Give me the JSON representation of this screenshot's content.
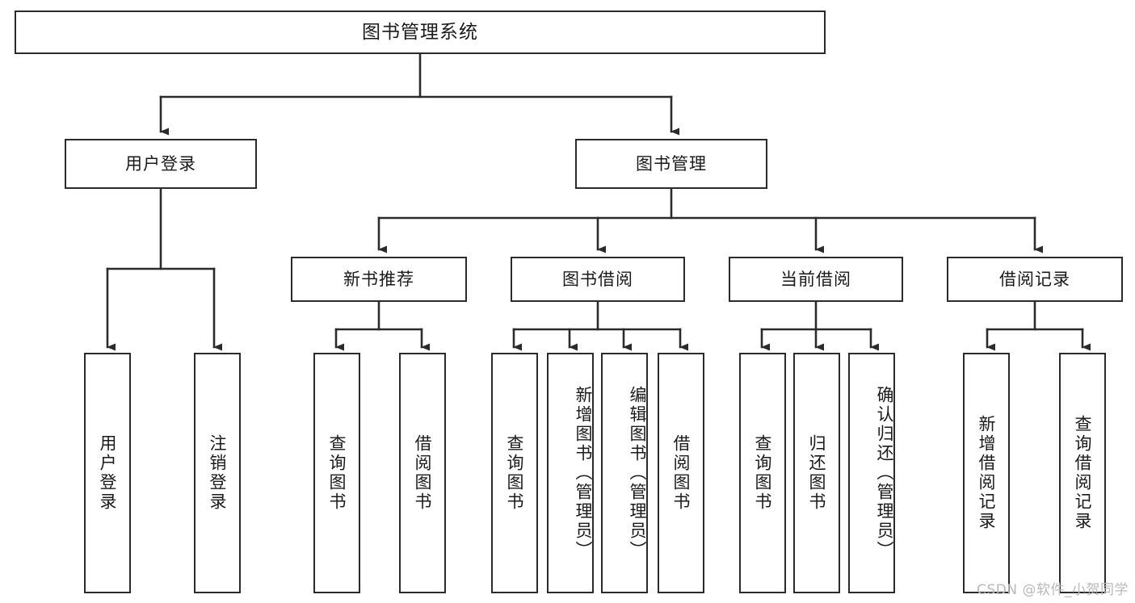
{
  "diagram": {
    "type": "tree-hierarchy-chart",
    "title": "图书管理系统",
    "stroke_color": "#2b2b2b",
    "fill_color": "#ffffff",
    "text_color": "#1a1a1a",
    "watermark": "CSDN @软件_小贺同学"
  },
  "root": {
    "label": "图书管理系统"
  },
  "level2": [
    {
      "label": "用户登录"
    },
    {
      "label": "图书管理"
    }
  ],
  "level3": [
    {
      "label": "新书推荐"
    },
    {
      "label": "图书借阅"
    },
    {
      "label": "当前借阅"
    },
    {
      "label": "借阅记录"
    }
  ],
  "leaves": {
    "user_login": [
      {
        "label": "用户登录"
      },
      {
        "label": "注销登录"
      }
    ],
    "new_book": [
      {
        "label": "查询图书"
      },
      {
        "label": "借阅图书"
      }
    ],
    "book_borrow": [
      {
        "label": "查询图书"
      },
      {
        "label": "新增图书（管理员）"
      },
      {
        "label": "编辑图书（管理员）"
      },
      {
        "label": "借阅图书"
      }
    ],
    "current_borrow": [
      {
        "label": "查询图书"
      },
      {
        "label": "归还图书"
      },
      {
        "label": "确认归还（管理员）"
      }
    ],
    "borrow_record": [
      {
        "label": "新增借阅记录"
      },
      {
        "label": "查询借阅记录"
      }
    ]
  }
}
